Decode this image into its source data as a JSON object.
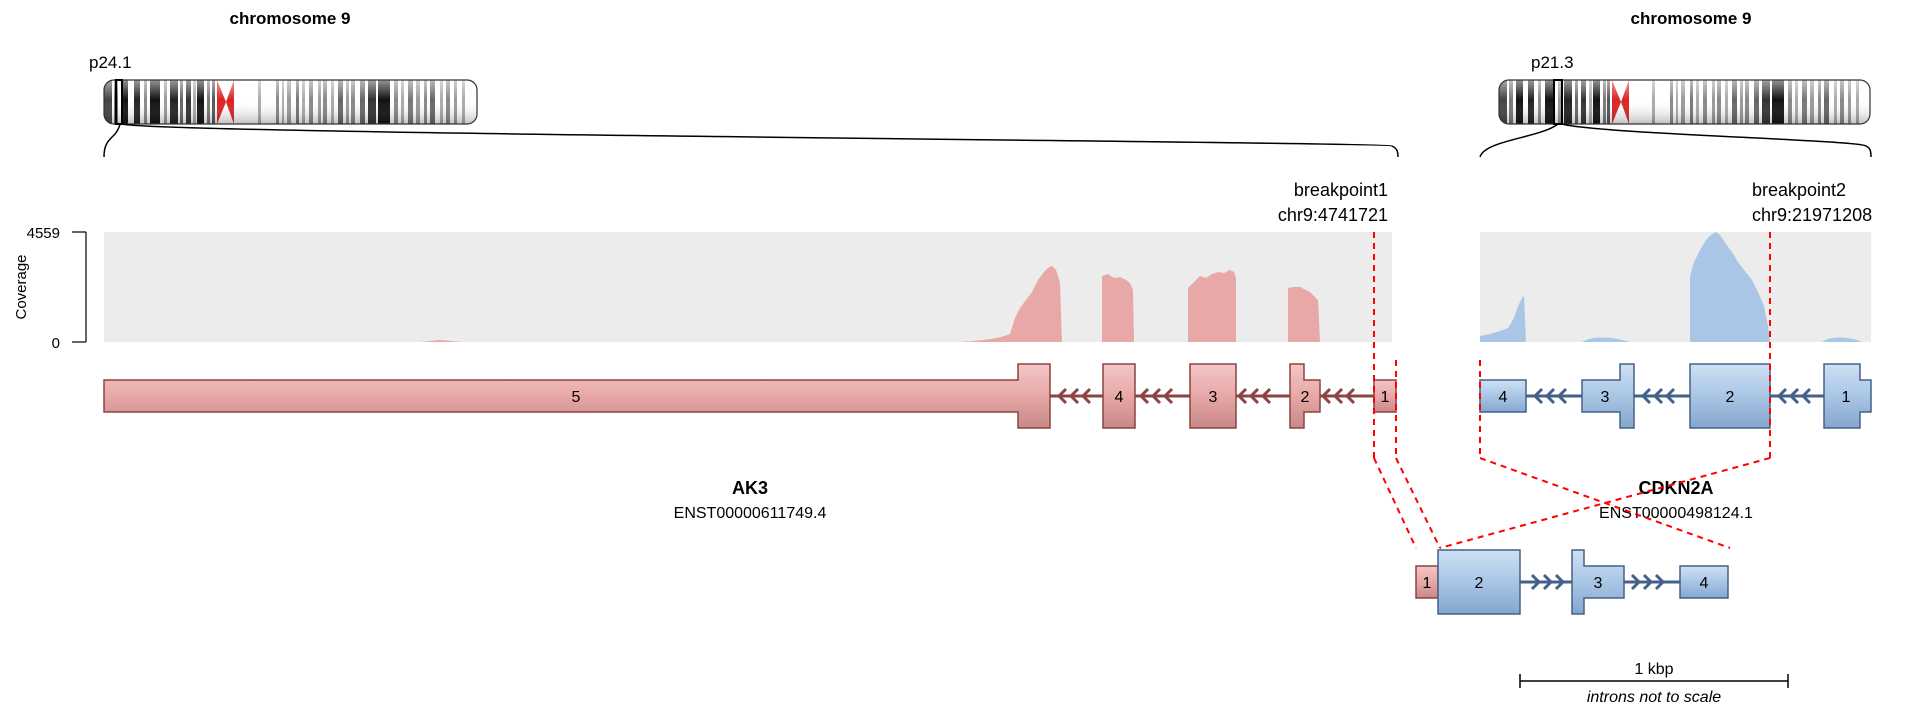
{
  "chromosome_left": {
    "title": "chromosome 9",
    "band": "p24.1"
  },
  "chromosome_right": {
    "title": "chromosome 9",
    "band": "p21.3"
  },
  "coverage": {
    "axis_label": "Coverage",
    "max": "4559",
    "min": "0"
  },
  "breakpoint1": {
    "label": "breakpoint1",
    "position": "chr9:4741721"
  },
  "breakpoint2": {
    "label": "breakpoint2",
    "position": "chr9:21971208"
  },
  "gene_left": {
    "name": "AK3",
    "transcript": "ENST00000611749.4",
    "exons": [
      "5",
      "4",
      "3",
      "2",
      "1"
    ]
  },
  "gene_right": {
    "name": "CDKN2A",
    "transcript": "ENST00000498124.1",
    "exons": [
      "4",
      "3",
      "2",
      "1"
    ]
  },
  "fusion": {
    "exons": [
      "1",
      "2",
      "3",
      "4"
    ]
  },
  "scale": {
    "label": "1 kbp",
    "note": "introns not to scale"
  },
  "colors": {
    "gene_left_fill": "#e8a8a8",
    "gene_left_stroke": "#8b4343",
    "gene_right_fill": "#a9c6e6",
    "gene_right_stroke": "#44618a",
    "coverage_bg": "#ececec",
    "breakpoint_line": "#ff0000"
  }
}
